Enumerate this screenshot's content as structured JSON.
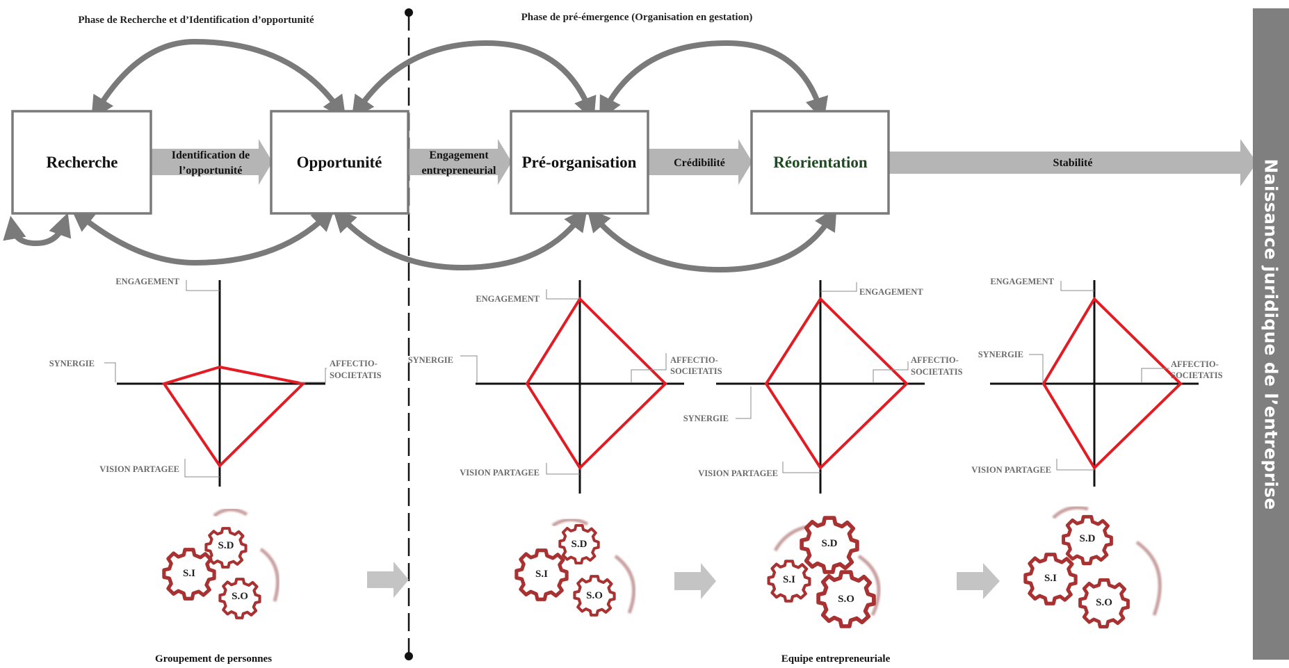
{
  "phases": {
    "left": "Phase de Recherche et d’Identification d’opportunité",
    "right": "Phase de pré-émergence (Organisation en gestation)"
  },
  "boxes": {
    "recherche": "Recherche",
    "opportunite": "Opportunité",
    "preorganisation": "Pré-organisation",
    "reorientation": "Réorientation"
  },
  "transitions": {
    "identification_l1": "Identification de",
    "identification_l2": "l’opportunité",
    "engagement_l1": "Engagement",
    "engagement_l2": "entrepreneurial",
    "credibilite": "Crédibilité",
    "stabilite": "Stabilité"
  },
  "axes": {
    "engagement": "ENGAGEMENT",
    "synergie": "SYNERGIE",
    "affectio_l1": "AFFECTIO-",
    "affectio_l2": "SOCIETATIS",
    "vision": "VISION PARTAGEE"
  },
  "gears": {
    "sd": "S.D",
    "si": "S.I",
    "so": "S.O"
  },
  "bottom": {
    "left": "Groupement de personnes",
    "right": "Equipe entrepreneuriale"
  },
  "sidebar": {
    "label": "Naissance juridique de l’entreprise"
  },
  "colors": {
    "polygon": "#e31b23",
    "arrow_grey": "#7a7a7a",
    "band_grey": "#b5b5b5",
    "gear": "#a83232",
    "sidebar": "#7f7f7f"
  }
}
